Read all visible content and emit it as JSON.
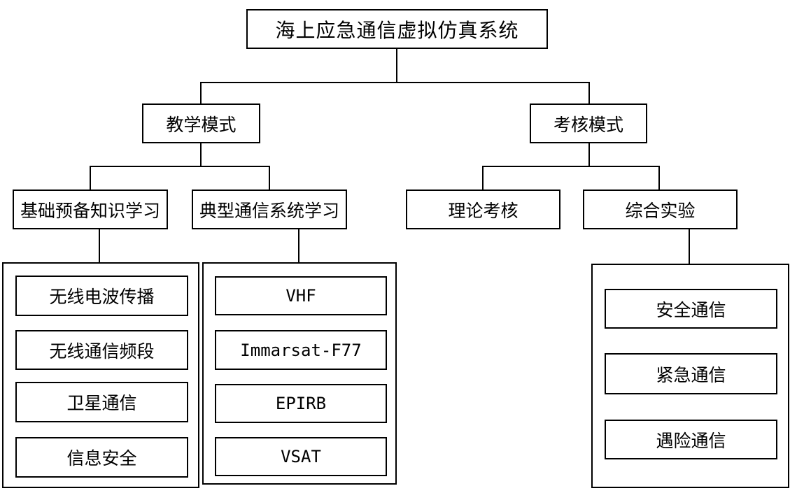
{
  "diagram": {
    "title": "海上应急通信虚拟仿真系统",
    "root": {
      "label": "海上应急通信虚拟仿真系统"
    },
    "modes": [
      {
        "label": "教学模式"
      },
      {
        "label": "考核模式"
      }
    ],
    "branches": [
      {
        "label": "基础预备知识学习"
      },
      {
        "label": "典型通信系统学习"
      },
      {
        "label": "理论考核"
      },
      {
        "label": "综合实验"
      }
    ],
    "groups": [
      {
        "parent": "基础预备知识学习",
        "items": [
          "无线电波传播",
          "无线通信频段",
          "卫星通信",
          "信息安全"
        ]
      },
      {
        "parent": "典型通信系统学习",
        "items": [
          "VHF",
          "Immarsat-F77",
          "EPIRB",
          "VSAT"
        ]
      },
      {
        "parent": "综合实验",
        "items": [
          "安全通信",
          "紧急通信",
          "遇险通信"
        ]
      }
    ],
    "colors": {
      "line": "#000000",
      "background": "#ffffff",
      "text": "#000000"
    }
  }
}
